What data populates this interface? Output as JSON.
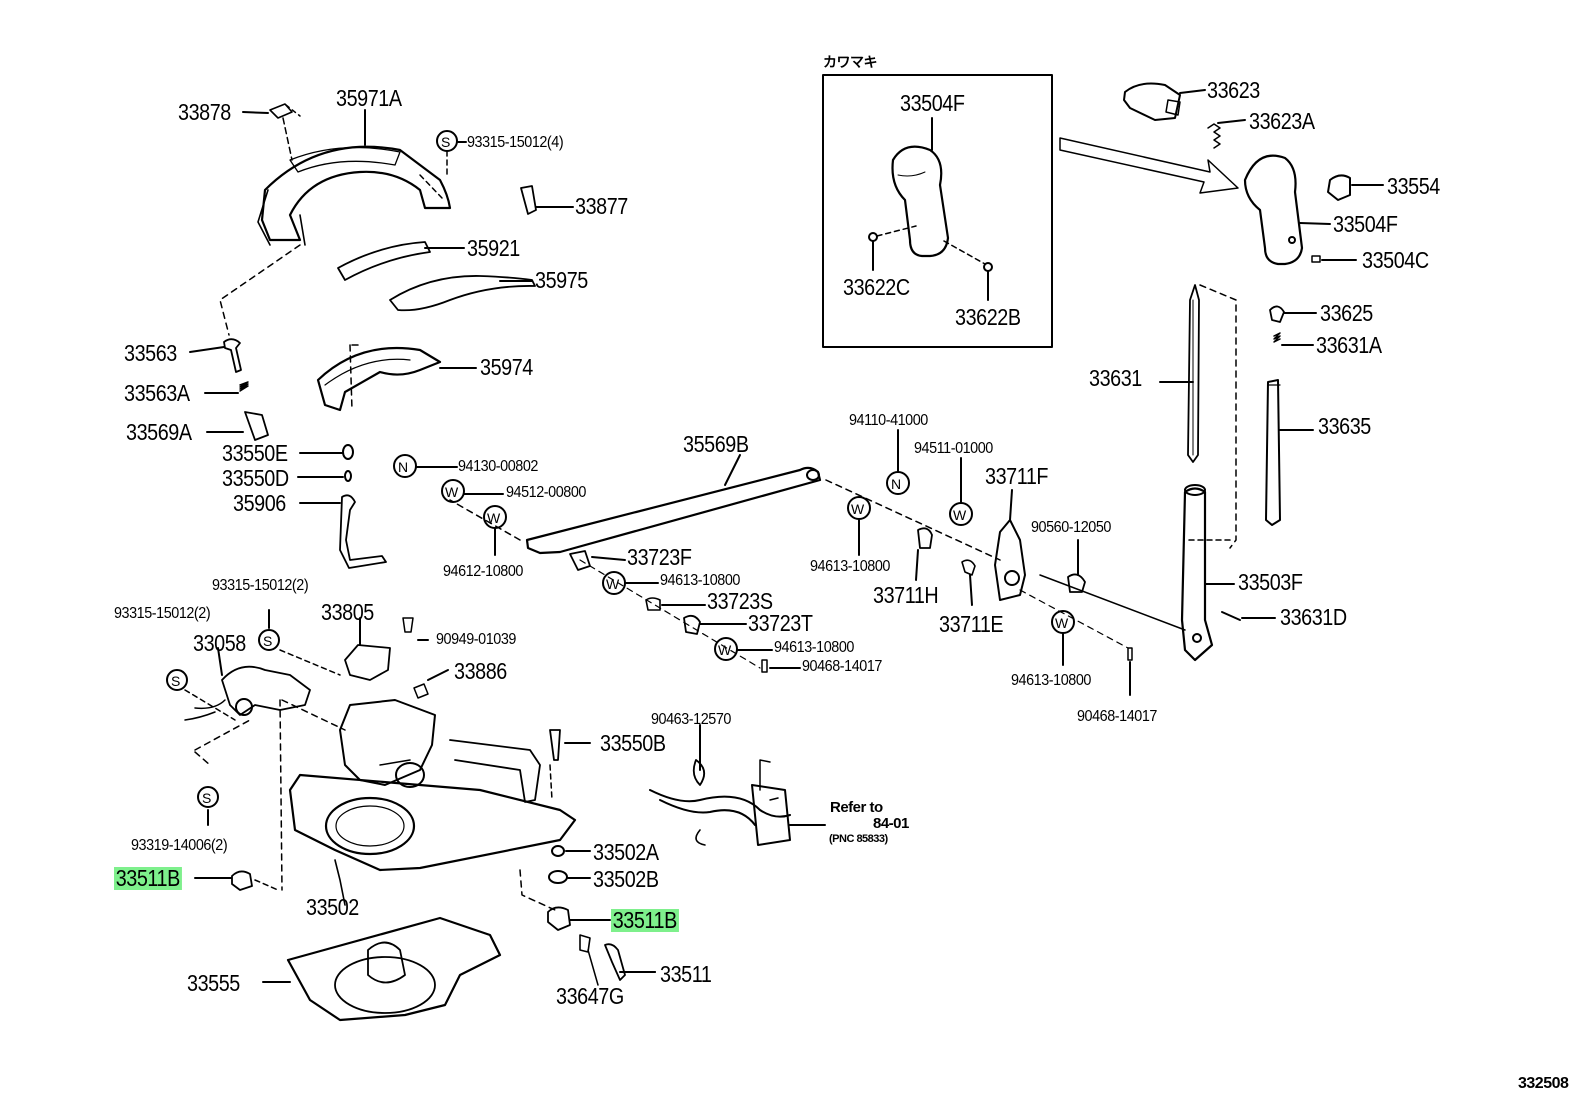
{
  "diagram": {
    "figure_id": "332508",
    "inset_title": "カワマキ",
    "highlight_color": "#7ef08c",
    "note": {
      "line1": "Refer to",
      "line2": "84-01",
      "line3": "(PNC 85833)"
    },
    "labels": {
      "p33878": "33878",
      "p35971A": "35971A",
      "p93315_15012_4": "93315-15012(4)",
      "p33877": "33877",
      "p35921": "35921",
      "p35975": "35975",
      "p33563": "33563",
      "p33563A": "33563A",
      "p33569A": "33569A",
      "p35974": "35974",
      "p33550E": "33550E",
      "p33550D": "33550D",
      "p35906": "35906",
      "p94130_00802": "94130-00802",
      "p94512_00800": "94512-00800",
      "p94612_10800": "94612-10800",
      "p35569B": "35569B",
      "p94110_41000": "94110-41000",
      "p94511_01000": "94511-01000",
      "p33711F": "33711F",
      "p90560_12050": "90560-12050",
      "p94613_10800_a": "94613-10800",
      "p33711H": "33711H",
      "p33711E": "33711E",
      "p33723F": "33723F",
      "p94613_10800_b": "94613-10800",
      "p33723S": "33723S",
      "p33723T": "33723T",
      "p94613_10800_c": "94613-10800",
      "p90468_14017_a": "90468-14017",
      "p94613_10800_d": "94613-10800",
      "p90468_14017_b": "90468-14017",
      "p93315_15012_2a": "93315-15012(2)",
      "p93315_15012_2b": "93315-15012(2)",
      "p33805": "33805",
      "p33058": "33058",
      "p90949_01039": "90949-01039",
      "p33886": "33886",
      "p90463_12570": "90463-12570",
      "p33550B": "33550B",
      "p93319_14006_2": "93319-14006(2)",
      "p33511B_left": "33511B",
      "p33502": "33502",
      "p33502A": "33502A",
      "p33502B": "33502B",
      "p33511B_right": "33511B",
      "p33555": "33555",
      "p33647G": "33647G",
      "p33511": "33511",
      "p33504F_inset": "33504F",
      "p33622C": "33622C",
      "p33622B": "33622B",
      "p33623": "33623",
      "p33623A": "33623A",
      "p33554": "33554",
      "p33504F": "33504F",
      "p33504C": "33504C",
      "p33625": "33625",
      "p33631A": "33631A",
      "p33631": "33631",
      "p33635": "33635",
      "p33503F": "33503F",
      "p33631D": "33631D"
    }
  }
}
